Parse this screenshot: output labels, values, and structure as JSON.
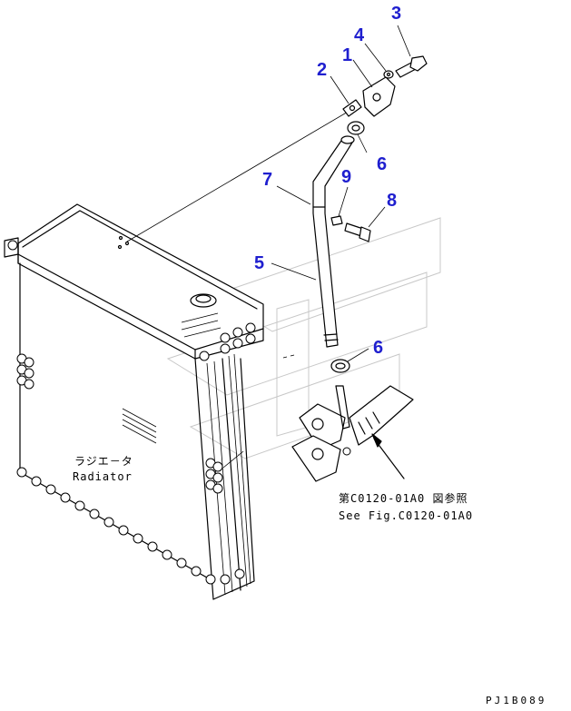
{
  "callouts": {
    "c1": "1",
    "c2": "2",
    "c3": "3",
    "c4": "4",
    "c5": "5",
    "c6a": "6",
    "c6b": "6",
    "c7": "7",
    "c8": "8",
    "c9": "9"
  },
  "radiator_label": {
    "jp": "ラジエ－タ",
    "en": "Radiator"
  },
  "reference_note": {
    "jp": "第C0120-01A0 図参照",
    "en": "See Fig.C0120-01A0"
  },
  "drawing_code": "PJ1B089"
}
